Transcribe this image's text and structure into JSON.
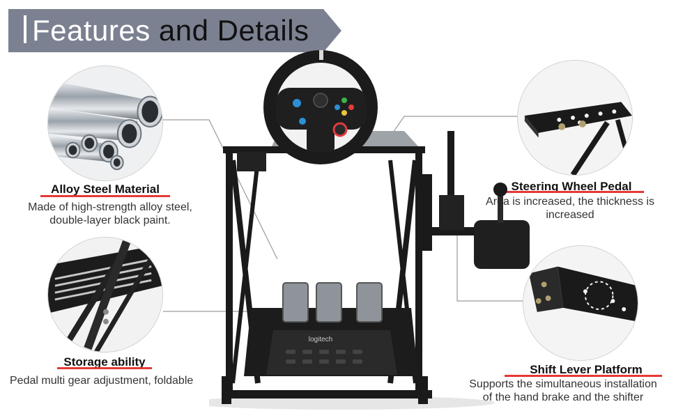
{
  "header": {
    "title_part1": "Features",
    "title_part2": "and Details",
    "banner_color": "#7b8190"
  },
  "features": {
    "alloy_steel": {
      "title": "Alloy Steel Material",
      "description_line1": "Made of high-strength alloy steel,",
      "description_line2": "double-layer black paint."
    },
    "storage": {
      "title": "Storage ability",
      "description_line1": "Pedal multi gear adjustment, foldable"
    },
    "steering_pedal": {
      "title": "Steering Wheel Pedal",
      "description_line1": "Area is increased, the thickness is",
      "description_line2": "increased"
    },
    "shift_platform": {
      "title": "Shift Lever Platform",
      "description_line1": "Supports the simultaneous installation",
      "description_line2": "of the hand brake and the shifter"
    }
  },
  "product": {
    "pedal_brand": "logitech"
  },
  "colors": {
    "accent_underline": "#e53935",
    "steel_dark": "#1a1a1a"
  }
}
